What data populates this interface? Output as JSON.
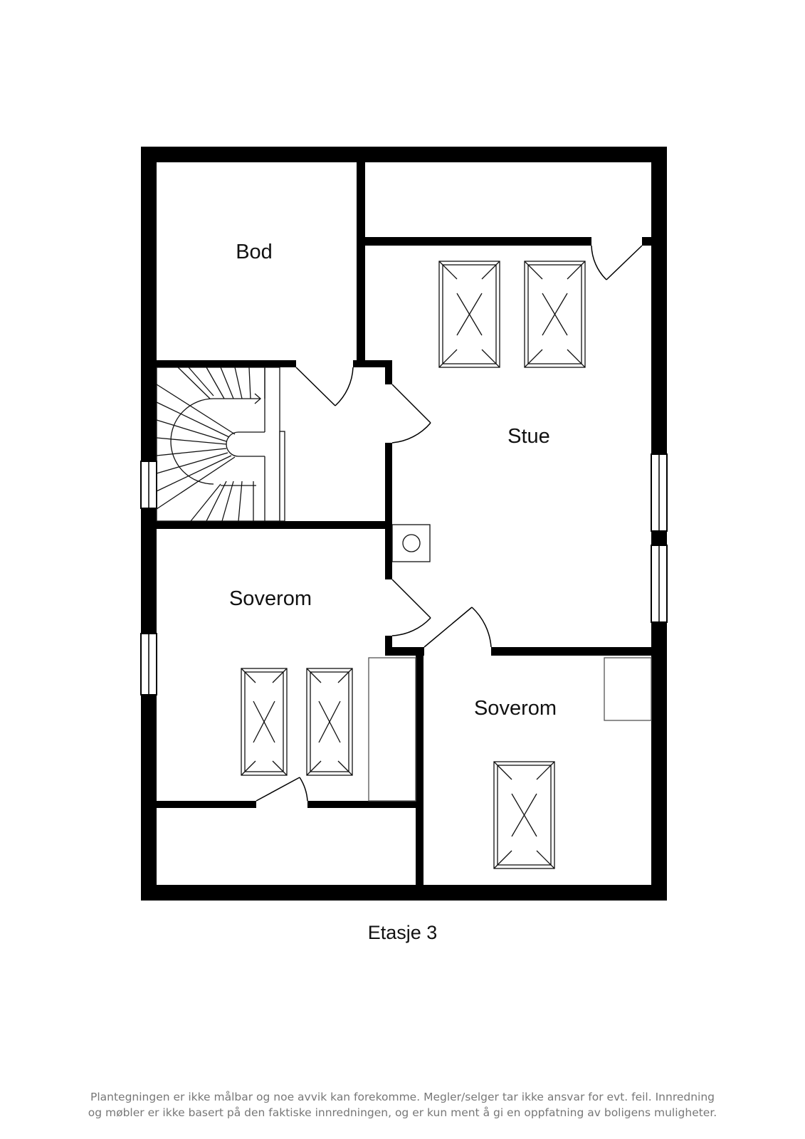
{
  "rooms": {
    "bod": "Bod",
    "stue": "Stue",
    "soverom_left": "Soverom",
    "soverom_right": "Soverom"
  },
  "floor_label": "Etasje 3",
  "disclaimer": {
    "line1": "Plantegningen er ikke målbar og noe avvik kan forekomme. Megler/selger tar ikke ansvar for evt. feil. Innredning",
    "line2": "og møbler er ikke basert på den faktiske innredningen, og er kun ment å gi en oppfatning av boligens muligheter."
  },
  "colors": {
    "wall": "#000000",
    "line": "#111111",
    "window_fill": "#ffffff",
    "disclaimer_text": "#777777"
  }
}
